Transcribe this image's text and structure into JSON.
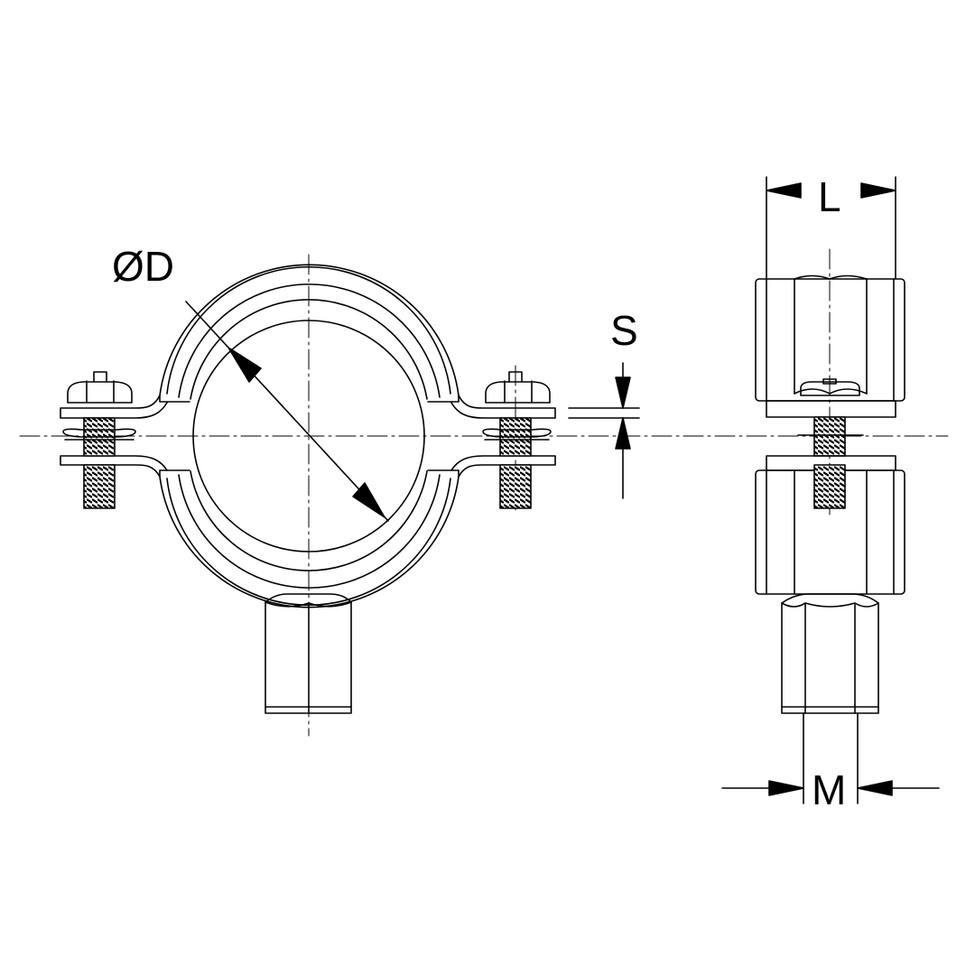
{
  "drawing": {
    "front_view": {
      "diameter_label": "ØD",
      "thickness_label": "S"
    },
    "side_view": {
      "length_label": "L",
      "thread_label": "M"
    },
    "colors": {
      "line": "#000000",
      "background": "#ffffff"
    }
  }
}
